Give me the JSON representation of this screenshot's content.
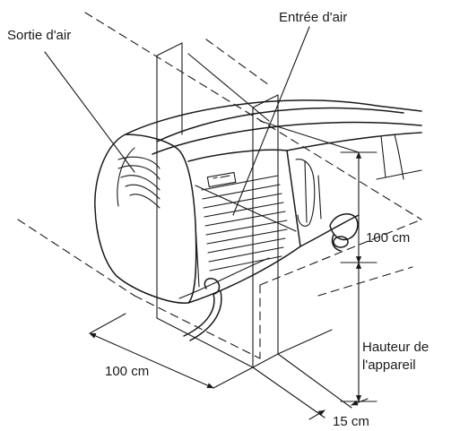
{
  "labels": {
    "air_outlet": "Sortie d'air",
    "air_inlet": "Entrée d'air",
    "top_clearance": "100 cm",
    "front_clearance": "100 cm",
    "side_clearance": "15 cm",
    "unit_height_line1": "Hauteur de",
    "unit_height_line2": "l'appareil"
  }
}
